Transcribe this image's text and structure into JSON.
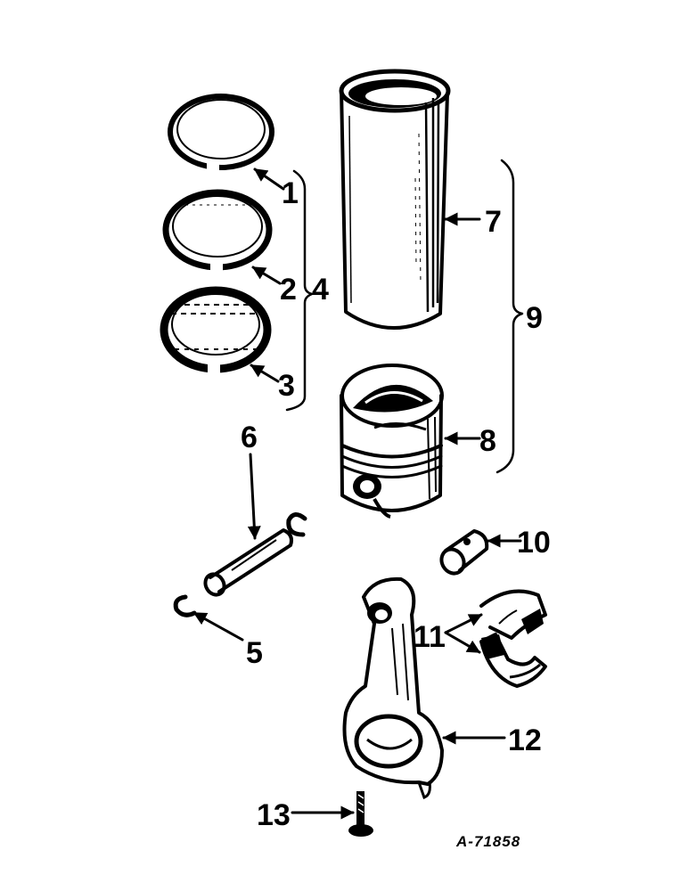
{
  "callouts": {
    "c1": "1",
    "c2": "2",
    "c3": "3",
    "c4": "4",
    "c5": "5",
    "c6": "6",
    "c7": "7",
    "c8": "8",
    "c9": "9",
    "c10": "10",
    "c11": "11",
    "c12": "12",
    "c13": "13"
  },
  "figure_number": "A-71858",
  "colors": {
    "ink": "#000000",
    "paper": "#ffffff"
  }
}
